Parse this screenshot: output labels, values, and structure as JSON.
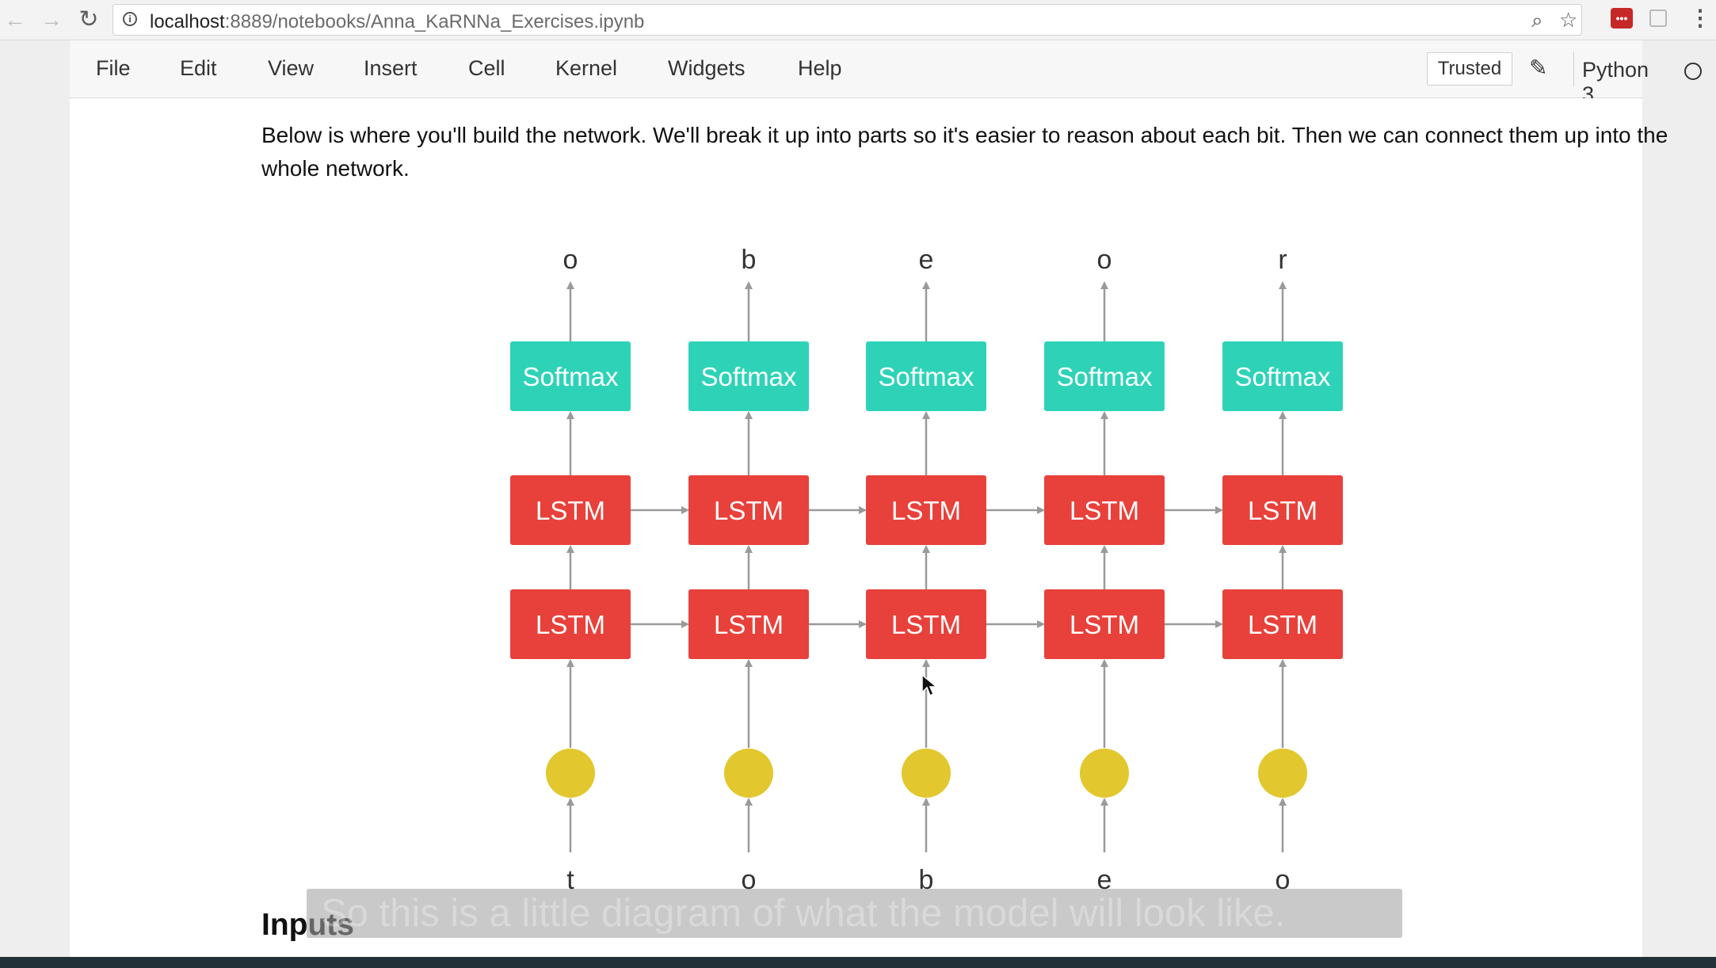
{
  "browser": {
    "back_icon": "←",
    "forward_icon": "→",
    "reload_icon": "↻",
    "info_icon": "i",
    "url_host": "localhost",
    "url_path": ":8889/notebooks/Anna_KaRNNa_Exercises.ipynb",
    "zoom_icon": "⌕",
    "star_icon": "☆",
    "ext_label": "•••",
    "menu_icon": "⋮"
  },
  "menubar": {
    "items": [
      "File",
      "Edit",
      "View",
      "Insert",
      "Cell",
      "Kernel",
      "Widgets",
      "Help"
    ],
    "trusted_label": "Trusted",
    "edit_icon": "✎",
    "kernel_name": "Python 3"
  },
  "notebook": {
    "intro_text": "Below is where you'll build the network. We'll break it up into parts so it's easier to reason about each bit. Then we can connect them up into the whole network.",
    "heading_visible": "Inp",
    "heading_faded": "uts"
  },
  "diagram": {
    "outputs": [
      "o",
      "b",
      "e",
      "o",
      "r"
    ],
    "inputs": [
      "t",
      "o",
      "b",
      "e",
      "o"
    ],
    "softmax_label": "Softmax",
    "lstm_label": "LSTM",
    "colors": {
      "softmax": "#2ed3b7",
      "lstm": "#e8413b",
      "input_node": "#e2c72e",
      "arrow": "#9a9a9a"
    }
  },
  "caption": {
    "text": "So this is a little diagram of what the model will look like."
  }
}
